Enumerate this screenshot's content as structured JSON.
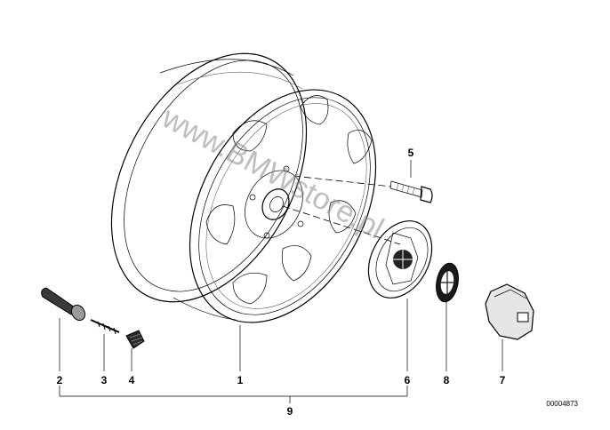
{
  "diagram": {
    "callouts": [
      {
        "id": "2",
        "label": "2"
      },
      {
        "id": "3",
        "label": "3"
      },
      {
        "id": "4",
        "label": "4"
      },
      {
        "id": "1",
        "label": "1"
      },
      {
        "id": "6",
        "label": "6"
      },
      {
        "id": "8",
        "label": "8"
      },
      {
        "id": "7",
        "label": "7"
      },
      {
        "id": "5",
        "label": "5"
      },
      {
        "id": "9",
        "label": "9"
      }
    ],
    "reference_number": "00004873",
    "watermark": "www.BMWstore.pl",
    "parts": [
      {
        "name": "alloy-wheel",
        "callout": "1"
      },
      {
        "name": "valve-body",
        "callout": "2"
      },
      {
        "name": "valve-core",
        "callout": "3"
      },
      {
        "name": "valve-cap",
        "callout": "4"
      },
      {
        "name": "wheel-bolt",
        "callout": "5"
      },
      {
        "name": "hub-cap",
        "callout": "6"
      },
      {
        "name": "socket-tool",
        "callout": "7"
      },
      {
        "name": "emblem",
        "callout": "8"
      }
    ]
  }
}
